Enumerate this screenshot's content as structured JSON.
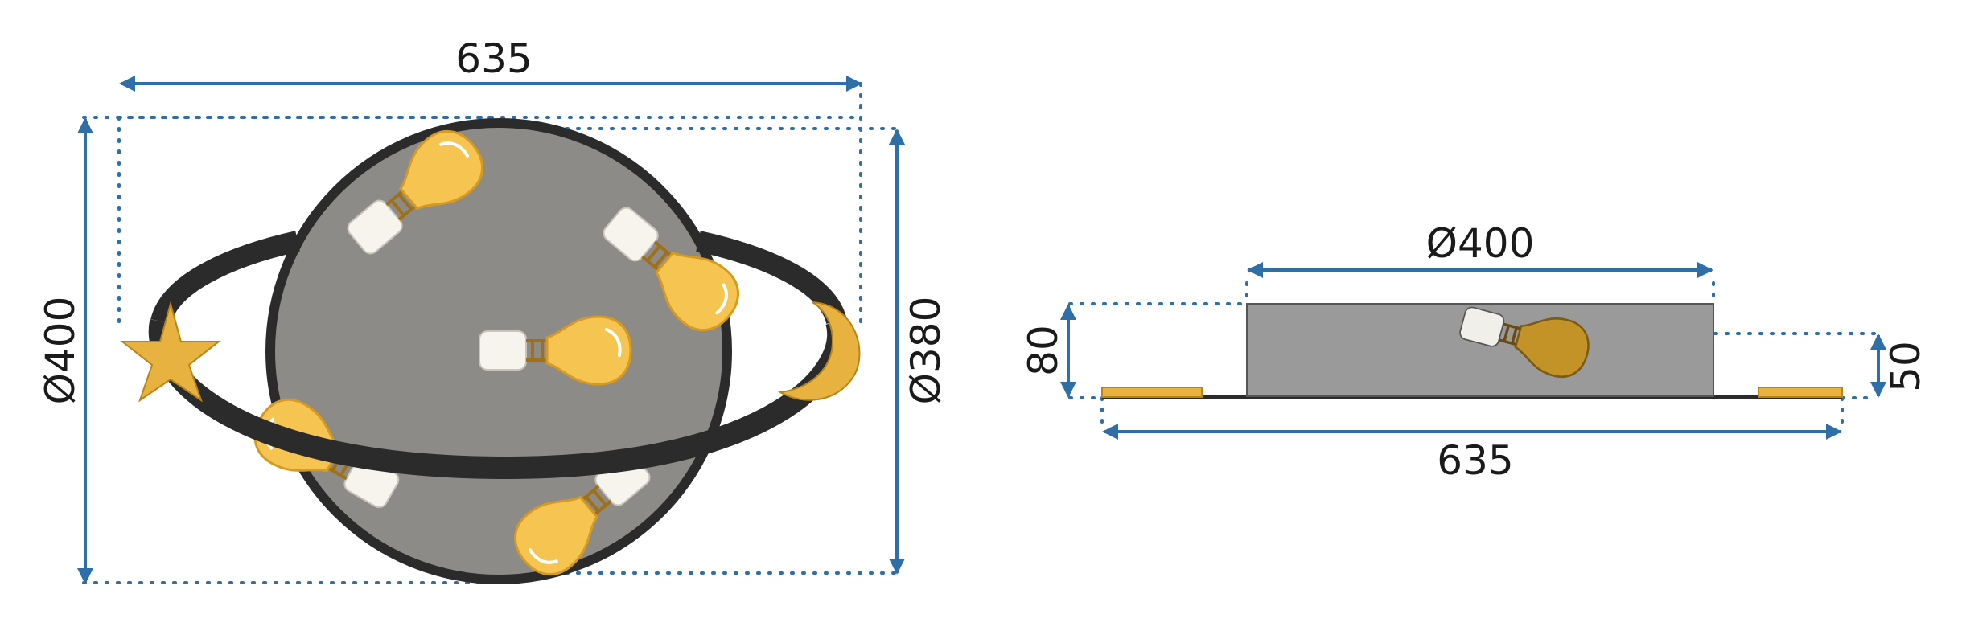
{
  "colors": {
    "dimension_line": "#2e6fa8",
    "ring": "#2b2b2b",
    "planet_fill": "#8d8b87",
    "side_body": "#9a9a9a",
    "gold": "#e7b23f",
    "bulb_glass": "#f6c451",
    "socket": "#f7f4ee",
    "text": "#1a1a1a"
  },
  "top_view": {
    "width_label": "635",
    "height_label": "Ø400",
    "ring_height_label": "Ø380"
  },
  "side_view": {
    "diameter_label": "Ø400",
    "height_label": "80",
    "body_height_label": "50",
    "width_label": "635"
  }
}
